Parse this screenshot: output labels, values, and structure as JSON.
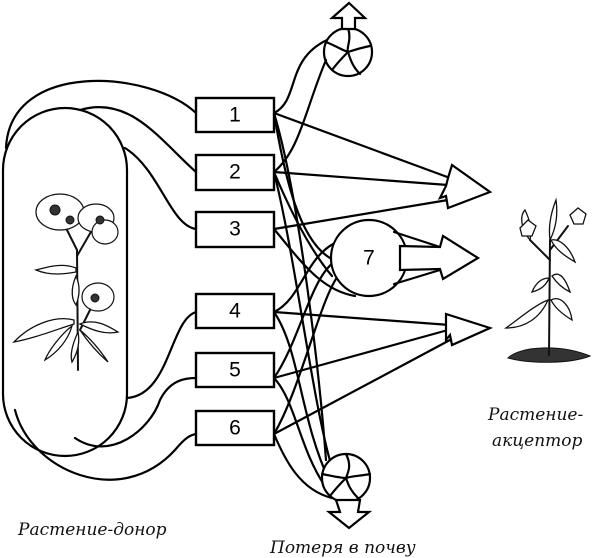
{
  "diagram": {
    "donor_label": "Растение-донор",
    "acceptor_label_line1": "Растение-",
    "acceptor_label_line2": "акцептор",
    "soil_loss_label": "Потеря в почву",
    "boxes": [
      {
        "id": "1"
      },
      {
        "id": "2"
      },
      {
        "id": "3"
      },
      {
        "id": "4"
      },
      {
        "id": "5"
      },
      {
        "id": "6"
      }
    ],
    "transformer_node": {
      "id": "7"
    },
    "icons": {
      "donor_plant": "flowering-umbellifer-plant-icon",
      "acceptor_plant": "potted-seedling-plant-icon",
      "loss_top": "pinwheel-volatilization-icon",
      "loss_bottom": "pinwheel-soil-loss-icon"
    },
    "line_color": "#000000",
    "background_color": "#ffffff"
  }
}
